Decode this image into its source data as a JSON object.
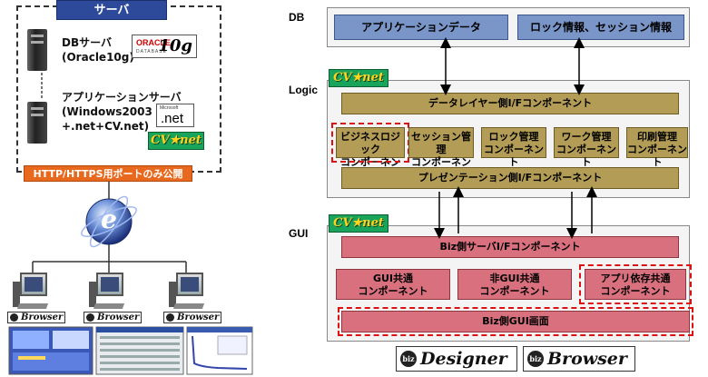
{
  "server": {
    "title": "サーバ",
    "db_server": {
      "line1": "DBサーバ",
      "line2": "(Oracle10g)"
    },
    "oracle_logo": {
      "brand": "ORACLE",
      "sub": "DATABASE",
      "version": "10g"
    },
    "app_server": {
      "line1": "アプリケーションサーバ",
      "line2": "(Windows2003",
      "line3": "+.net+CV.net)"
    },
    "net_logo": {
      "small": "Microsoft",
      "text": ".net"
    },
    "cvnet_logo": "CV★net"
  },
  "port_banner": "HTTP/HTTPS用ポートのみ公開",
  "internet_icon_letter": "e",
  "clients": [
    {
      "label": "Browser"
    },
    {
      "label": "Browser"
    },
    {
      "label": "Browser"
    }
  ],
  "layers": {
    "db": {
      "label": "DB",
      "boxes": [
        "アプリケーションデータ",
        "ロック情報、セッション情報"
      ]
    },
    "logic": {
      "label": "Logic",
      "logo": "CV★net",
      "data_if": "データレイヤー側I/Fコンポーネント",
      "components": [
        {
          "line1": "ビジネスロジック",
          "line2": "コンポーネント",
          "highlight": true
        },
        {
          "line1": "セッション管理",
          "line2": "コンポーネント",
          "highlight": false
        },
        {
          "line1": "ロック管理",
          "line2": "コンポーネント",
          "highlight": false
        },
        {
          "line1": "ワーク管理",
          "line2": "コンポーネント",
          "highlight": false
        },
        {
          "line1": "印刷管理",
          "line2": "コンポーネント",
          "highlight": false
        }
      ],
      "presentation_if": "プレゼンテーション側I/Fコンポーネント"
    },
    "gui": {
      "label": "GUI",
      "logo": "CV★net",
      "biz_server_if": "Biz側サーバI/Fコンポーネント",
      "components": [
        {
          "line1": "GUI共通",
          "line2": "コンポーネント",
          "highlight": false
        },
        {
          "line1": "非GUI共通",
          "line2": "コンポーネント",
          "highlight": false
        },
        {
          "line1": "アプリ依存共通",
          "line2": "コンポーネント",
          "highlight": true
        }
      ],
      "screen": "Biz側GUI画面"
    }
  },
  "products": [
    {
      "badge": "biz",
      "name": "Designer"
    },
    {
      "badge": "biz",
      "name": "Browser"
    }
  ],
  "colors": {
    "server_title": "#2d4a9a",
    "port_banner": "#e8681d",
    "db_box": "#7a96c9",
    "logic_box": "#b39c55",
    "gui_box": "#d8707e",
    "cvnet_bg": "#18a45a",
    "cvnet_text": "#ffd21e",
    "highlight_dash": "#dd1111"
  }
}
